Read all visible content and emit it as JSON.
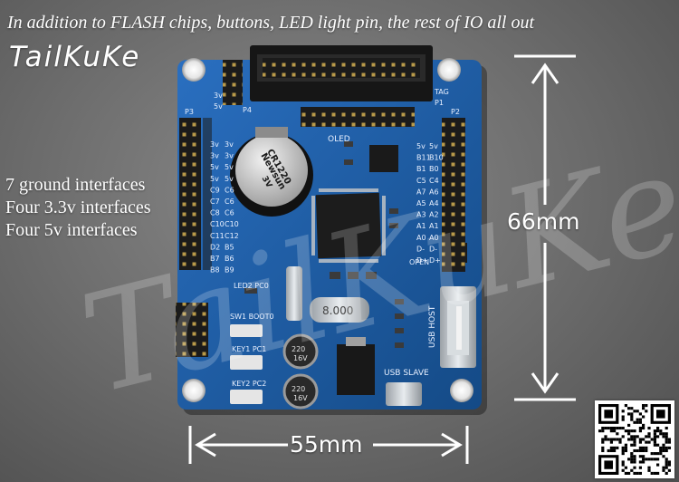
{
  "headline": "In addition to FLASH chips, buttons, LED light pin, the rest of IO all out",
  "brand": "TailKuKe",
  "watermark": "TailKuKe",
  "features": [
    "7 ground interfaces",
    "Four 3.3v interfaces",
    "Four 5v interfaces"
  ],
  "dimensions": {
    "height_label": "66mm",
    "width_label": "55mm"
  },
  "board_labels": {
    "jtag": "TAG",
    "oled": "OLED",
    "battery_line1": "CR1220",
    "battery_line2": "Newsun",
    "battery_line3": "3V",
    "crystal": "8.000",
    "cap1_line1": "220",
    "cap1_line2": "16V",
    "cap2_line1": "220",
    "cap2_line2": "16V",
    "usb_host": "USB HOST",
    "usb_slave": "USB SLAVE",
    "key1": "KEY1 PC1",
    "key2": "KEY2 PC2",
    "sw": "SW1  BOOT0",
    "led2": "LED2 PC0",
    "open": "OPEN",
    "p3": "P3",
    "p2": "P2",
    "p4": "P4",
    "p1": "P1",
    "pwr_5v": "5v",
    "pwr_3v": "3v",
    "left_header_labels": [
      "3v",
      "3v",
      "5v",
      "5v",
      "C9",
      "C7",
      "C8",
      "C10",
      "C11",
      "D2",
      "B7",
      "B8"
    ],
    "left_header_labels2": [
      "3v",
      "3v",
      "5v",
      "5v",
      "C6",
      "C6",
      "C6",
      "C10",
      "C12",
      "B5",
      "B6",
      "B9"
    ],
    "right_header_labels": [
      "5v",
      "B11",
      "B1",
      "C5",
      "A7",
      "A5",
      "A3",
      "A1",
      "A0",
      "D-",
      "D+"
    ],
    "right_header_labels2": [
      "5v",
      "B10",
      "B0",
      "C4",
      "A6",
      "A4",
      "A2",
      "A1",
      "A0",
      "D-",
      "D+"
    ]
  },
  "colors": {
    "pcb_blue": "#1d5eaa",
    "pcb_dark": "#14477f",
    "silk": "#e8f0ff",
    "header_black": "#1b1b1b",
    "gold": "#c9a64a"
  }
}
